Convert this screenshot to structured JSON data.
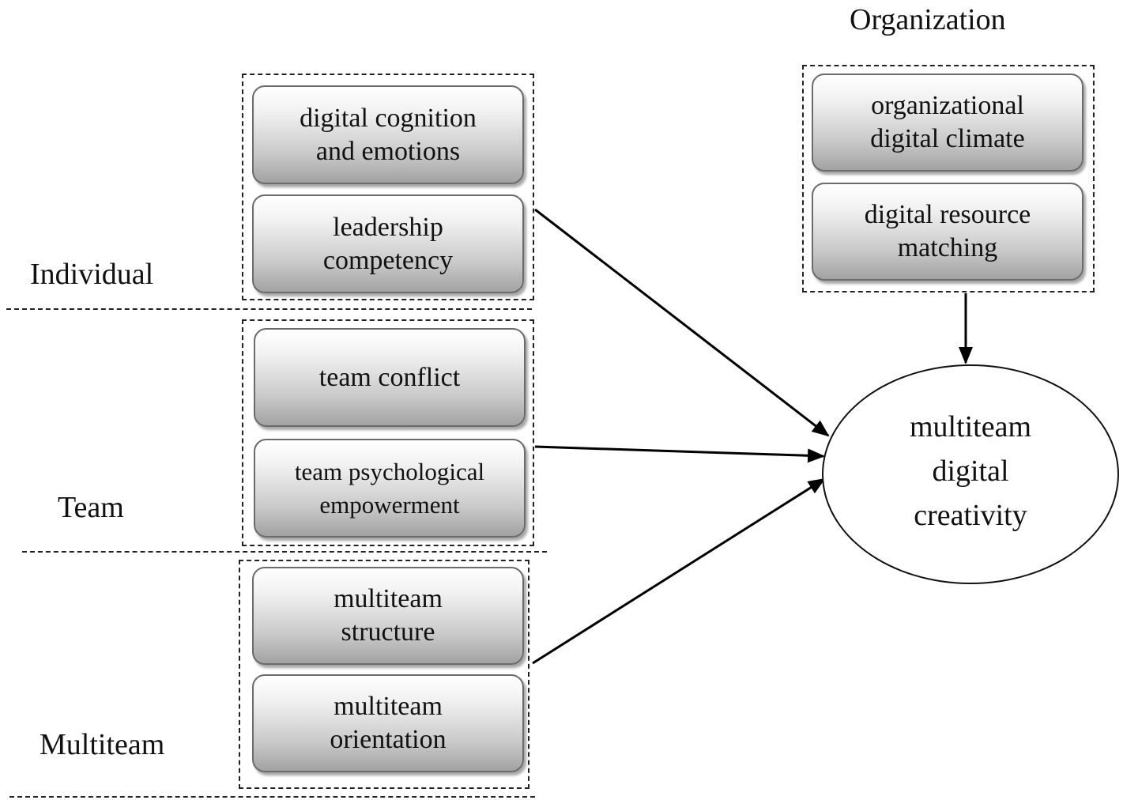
{
  "levels": {
    "organization": "Organization",
    "individual": "Individual",
    "team": "Team",
    "multiteam": "Multiteam"
  },
  "factors": {
    "digital_cognition": "digital cognition\nand emotions",
    "leadership_competency": "leadership\ncompetency",
    "team_conflict": "team conflict",
    "team_psychological_empowerment": "team psychological\nempowerment",
    "multiteam_structure": "multiteam\nstructure",
    "multiteam_orientation": "multiteam\norientation",
    "organizational_digital_climate": "organizational\ndigital climate",
    "digital_resource_matching": "digital resource\nmatching"
  },
  "outcome": {
    "label": "multiteam\ndigital\ncreativity"
  }
}
